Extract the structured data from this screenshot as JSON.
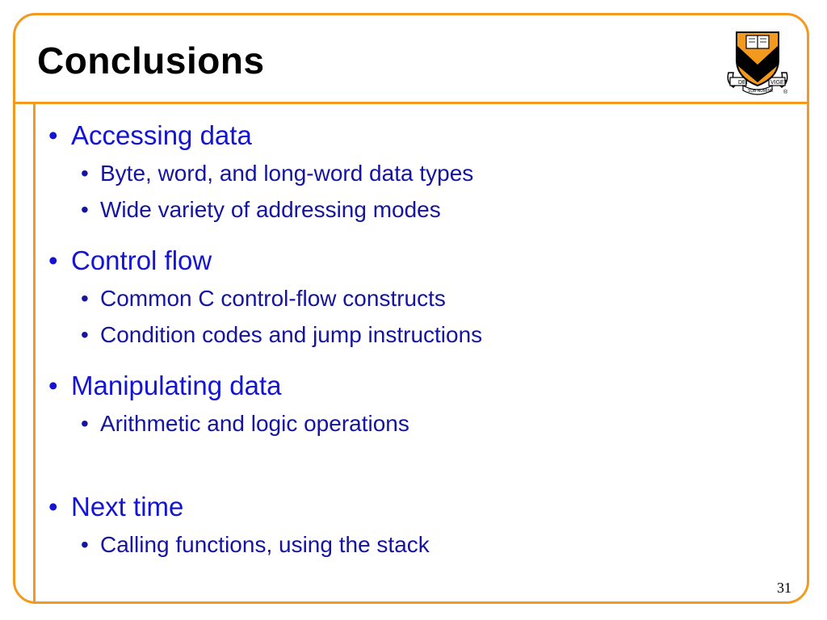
{
  "slide": {
    "title": "Conclusions",
    "page_number": "31",
    "logo": {
      "icon": "princeton-shield-icon",
      "motto_left": "DEI",
      "motto_right": "VIGET",
      "motto_bottom": "SUB NUMINE",
      "registered_mark": "®"
    },
    "colors": {
      "frame": "#f39a1e",
      "heading": "#1414d4",
      "subitem": "#1414a0",
      "shield": "#f39a1e"
    },
    "sections": [
      {
        "heading": "Accessing data",
        "items": [
          "Byte, word, and long-word data types",
          "Wide variety of addressing modes"
        ]
      },
      {
        "heading": "Control flow",
        "items": [
          "Common C control-flow constructs",
          "Condition codes and jump instructions"
        ]
      },
      {
        "heading": "Manipulating data",
        "items": [
          "Arithmetic and logic operations"
        ]
      },
      {
        "heading": "Next time",
        "items": [
          "Calling functions, using the stack"
        ]
      }
    ]
  }
}
